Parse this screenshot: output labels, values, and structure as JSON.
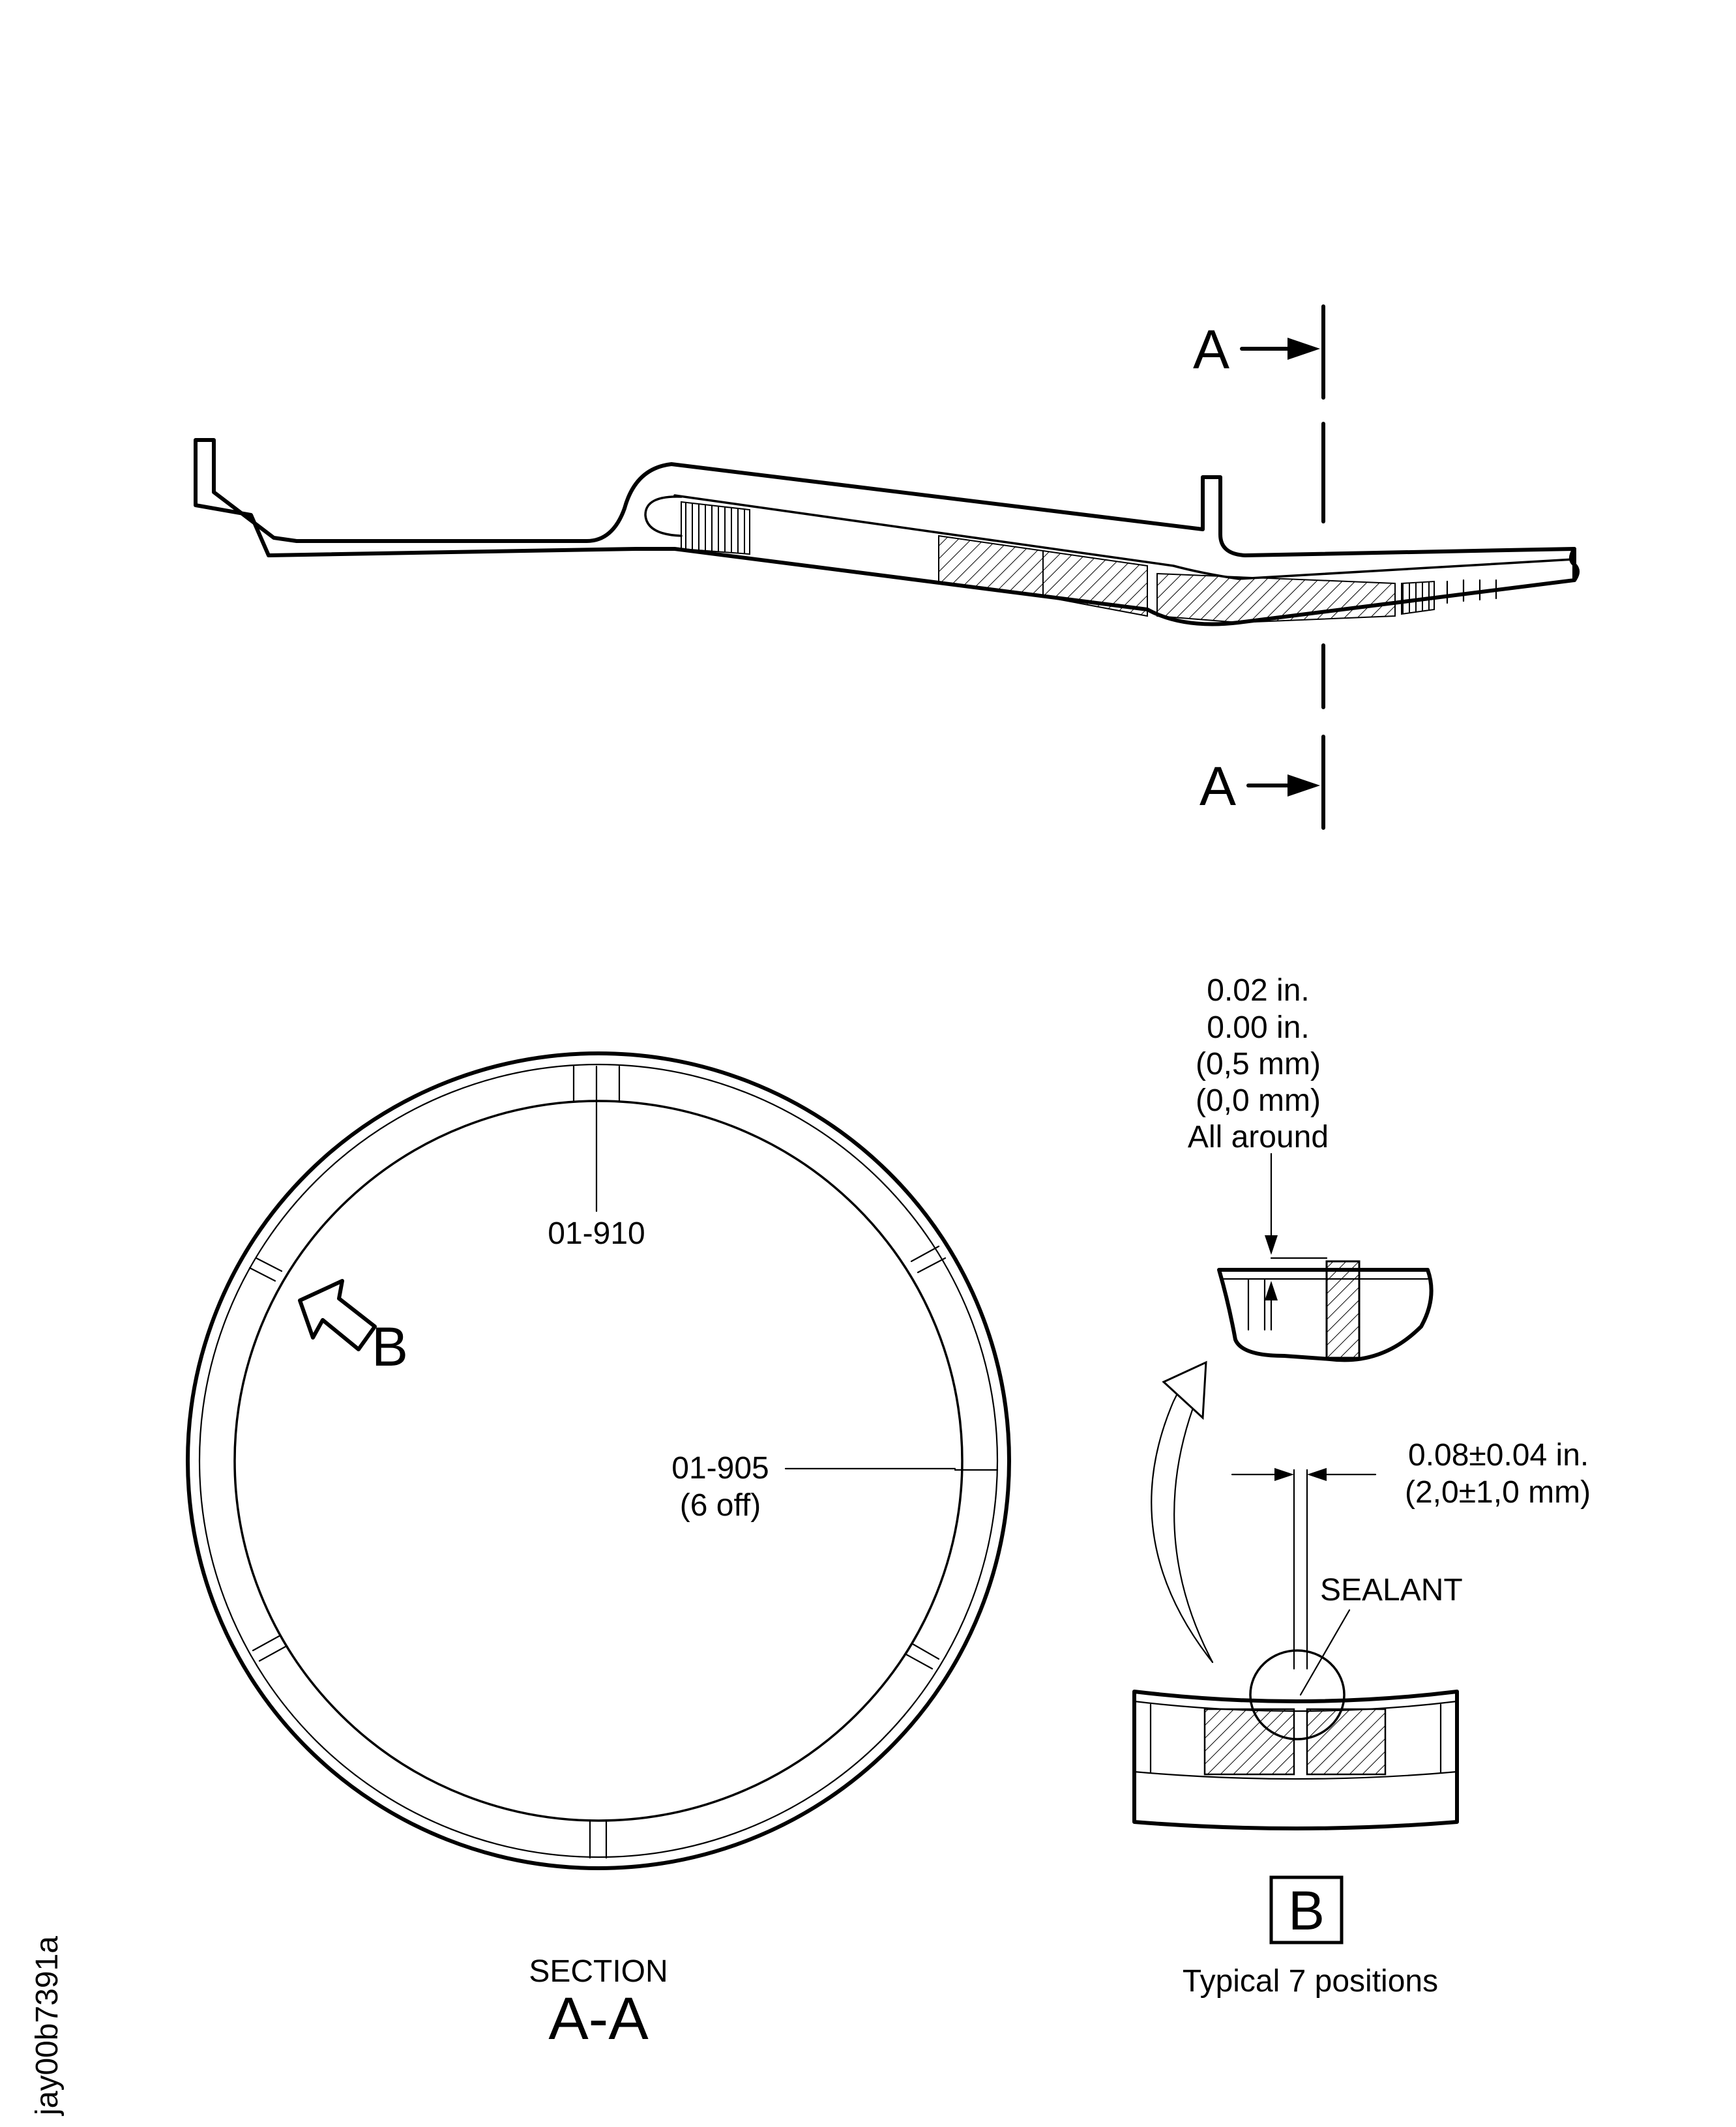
{
  "section_marks": {
    "upper": "A",
    "lower": "A"
  },
  "labels": {
    "part_910": "01-910",
    "part_905": "01-905",
    "part_905_qty": "(6 off)",
    "view_arrow": "B",
    "dim_top_1": "0.02 in.",
    "dim_top_2": "0.00 in.",
    "dim_top_3": "(0,5 mm)",
    "dim_top_4": "(0,0 mm)",
    "dim_top_5": "All around",
    "dim_gap_in": "0.08±0.04 in.",
    "dim_gap_mm": "(2,0±1,0 mm)",
    "sealant": "SEALANT",
    "section_word": "SECTION",
    "section_name": "A-A",
    "detail_box": "B",
    "detail_caption": "Typical 7 positions",
    "figure_id": "jay00b7391a"
  }
}
